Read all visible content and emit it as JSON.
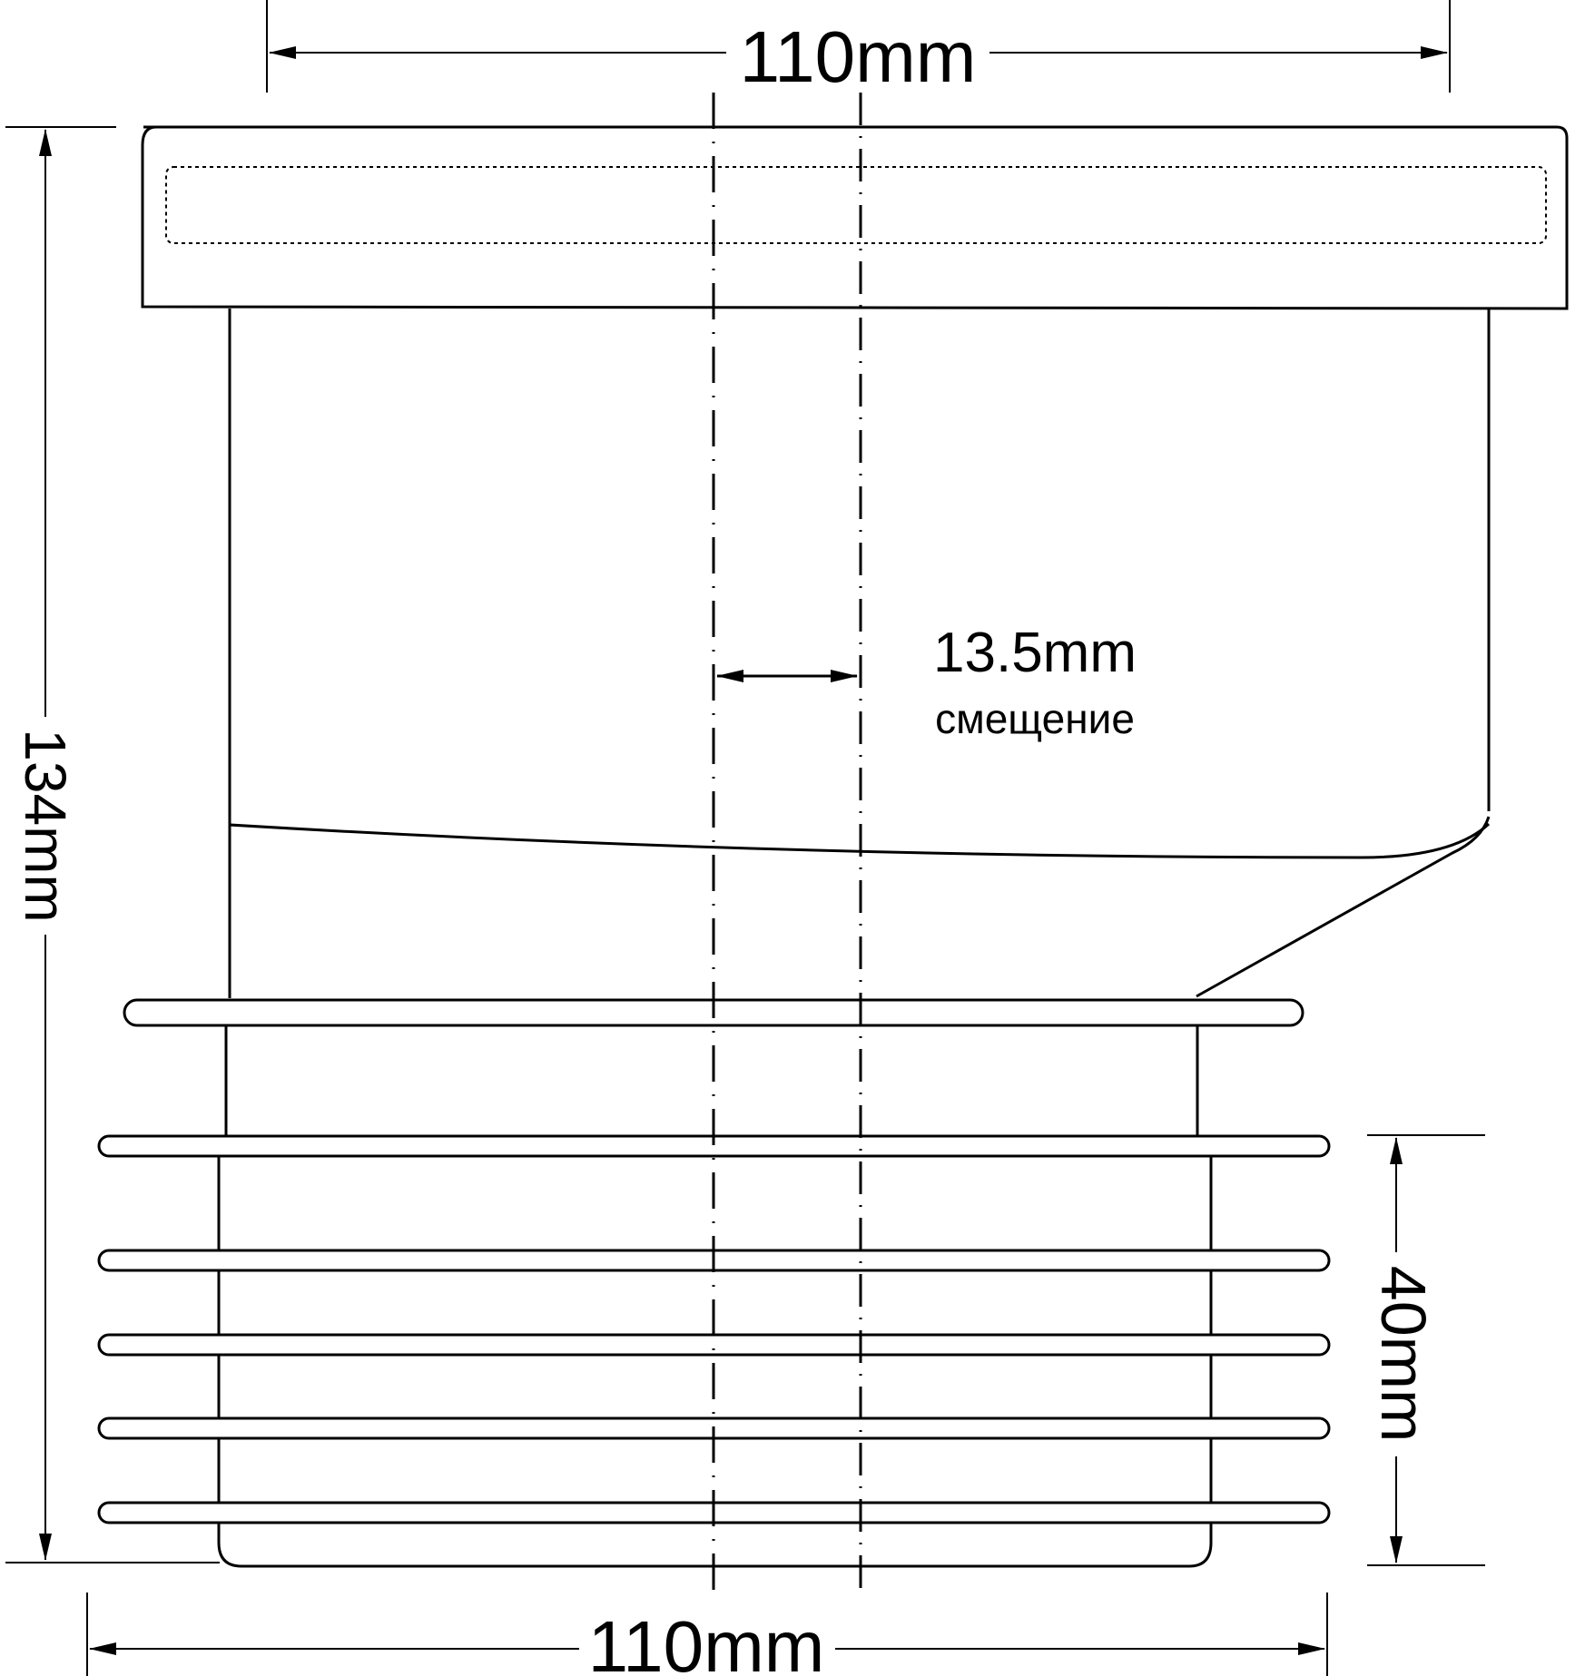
{
  "dimensions": {
    "top_width": "110mm",
    "bottom_width": "110mm",
    "total_height": "134mm",
    "socket_length": "40mm",
    "offset": "13.5mm",
    "offset_caption": "смещение"
  },
  "colors": {
    "line": "#000000",
    "background": "#ffffff"
  }
}
